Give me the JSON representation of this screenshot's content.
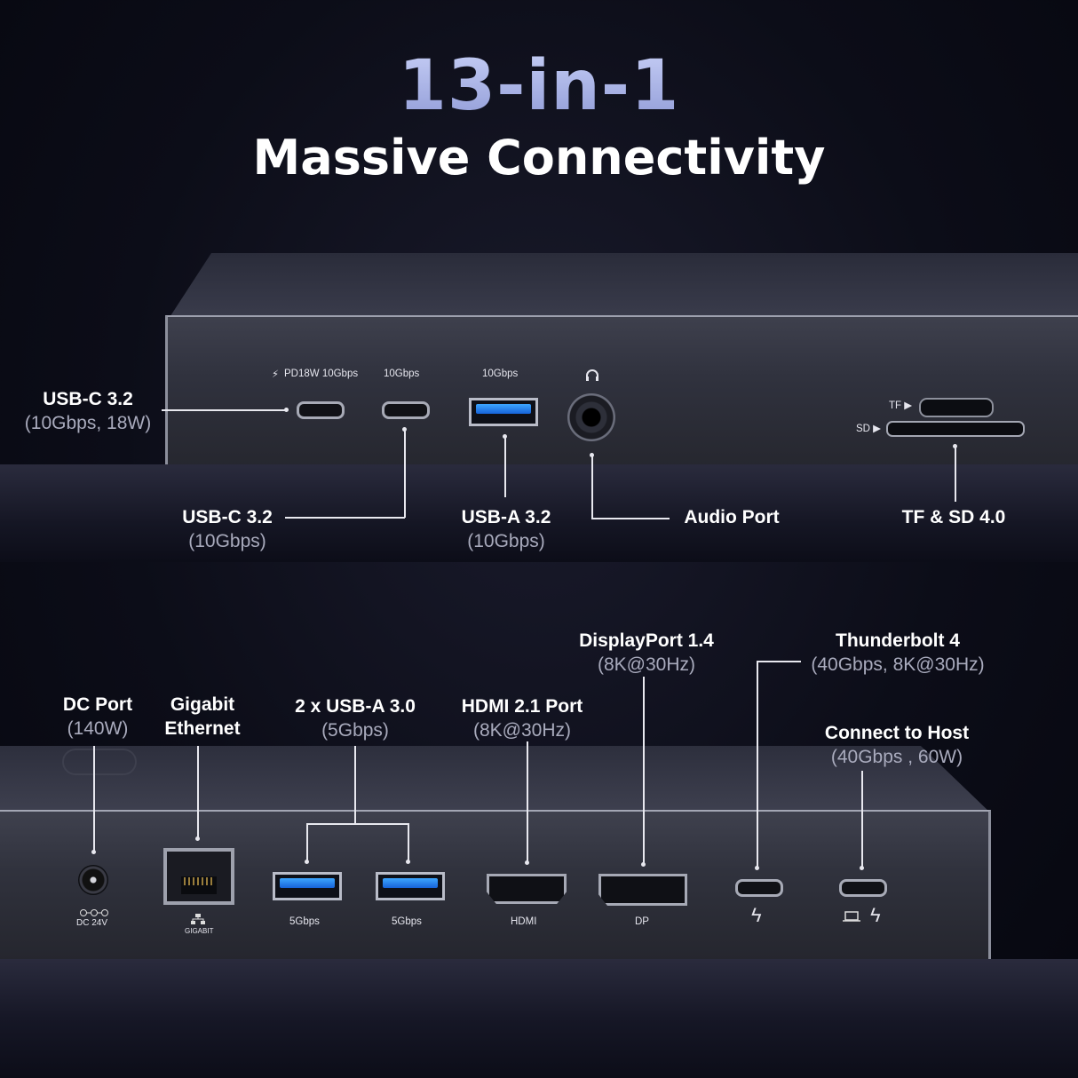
{
  "header": {
    "title": "13-in-1",
    "subtitle": "Massive Connectivity"
  },
  "device_top": {
    "port_labels": {
      "usbc1": "PD18W 10Gbps",
      "usbc2": "10Gbps",
      "usba": "10Gbps",
      "tf": "TF ▶",
      "sd": "SD ▶"
    },
    "callouts": {
      "usbc_pd": {
        "name": "USB-C 3.2",
        "spec": "(10Gbps, 18W)"
      },
      "usbc": {
        "name": "USB-C 3.2",
        "spec": "(10Gbps)"
      },
      "usba": {
        "name": "USB-A 3.2",
        "spec": "(10Gbps)"
      },
      "audio": {
        "name": "Audio Port"
      },
      "card": {
        "name": "TF & SD 4.0"
      }
    }
  },
  "device_bottom": {
    "port_labels": {
      "dc": "DC 24V",
      "lan": "GIGABIT",
      "usba1": "5Gbps",
      "usba2": "5Gbps",
      "hdmi": "HDMI",
      "dp": "DP"
    },
    "callouts": {
      "dc": {
        "name": "DC Port",
        "spec": "(140W)"
      },
      "lan": {
        "name": "Gigabit",
        "name2": "Ethernet"
      },
      "usba": {
        "name": "2 x USB-A 3.0",
        "spec": "(5Gbps)"
      },
      "hdmi": {
        "name": "HDMI 2.1 Port",
        "spec": "(8K@30Hz)"
      },
      "dp": {
        "name": "DisplayPort  1.4",
        "spec": "(8K@30Hz)"
      },
      "tb4": {
        "name": "Thunderbolt 4",
        "spec": "(40Gbps, 8K@30Hz)"
      },
      "host": {
        "name": "Connect to Host",
        "spec": "(40Gbps , 60W)"
      }
    }
  },
  "colors": {
    "background": "#0c0d18",
    "title_gradient": "#aab3ea",
    "usb_blue": "#2a86f0",
    "label_gray": "#a9abbd"
  },
  "icons": [
    "lightning-icon",
    "headphones-icon",
    "thunderbolt-icon",
    "laptop-icon",
    "ethernet-icon",
    "dc-polarity-icon"
  ]
}
